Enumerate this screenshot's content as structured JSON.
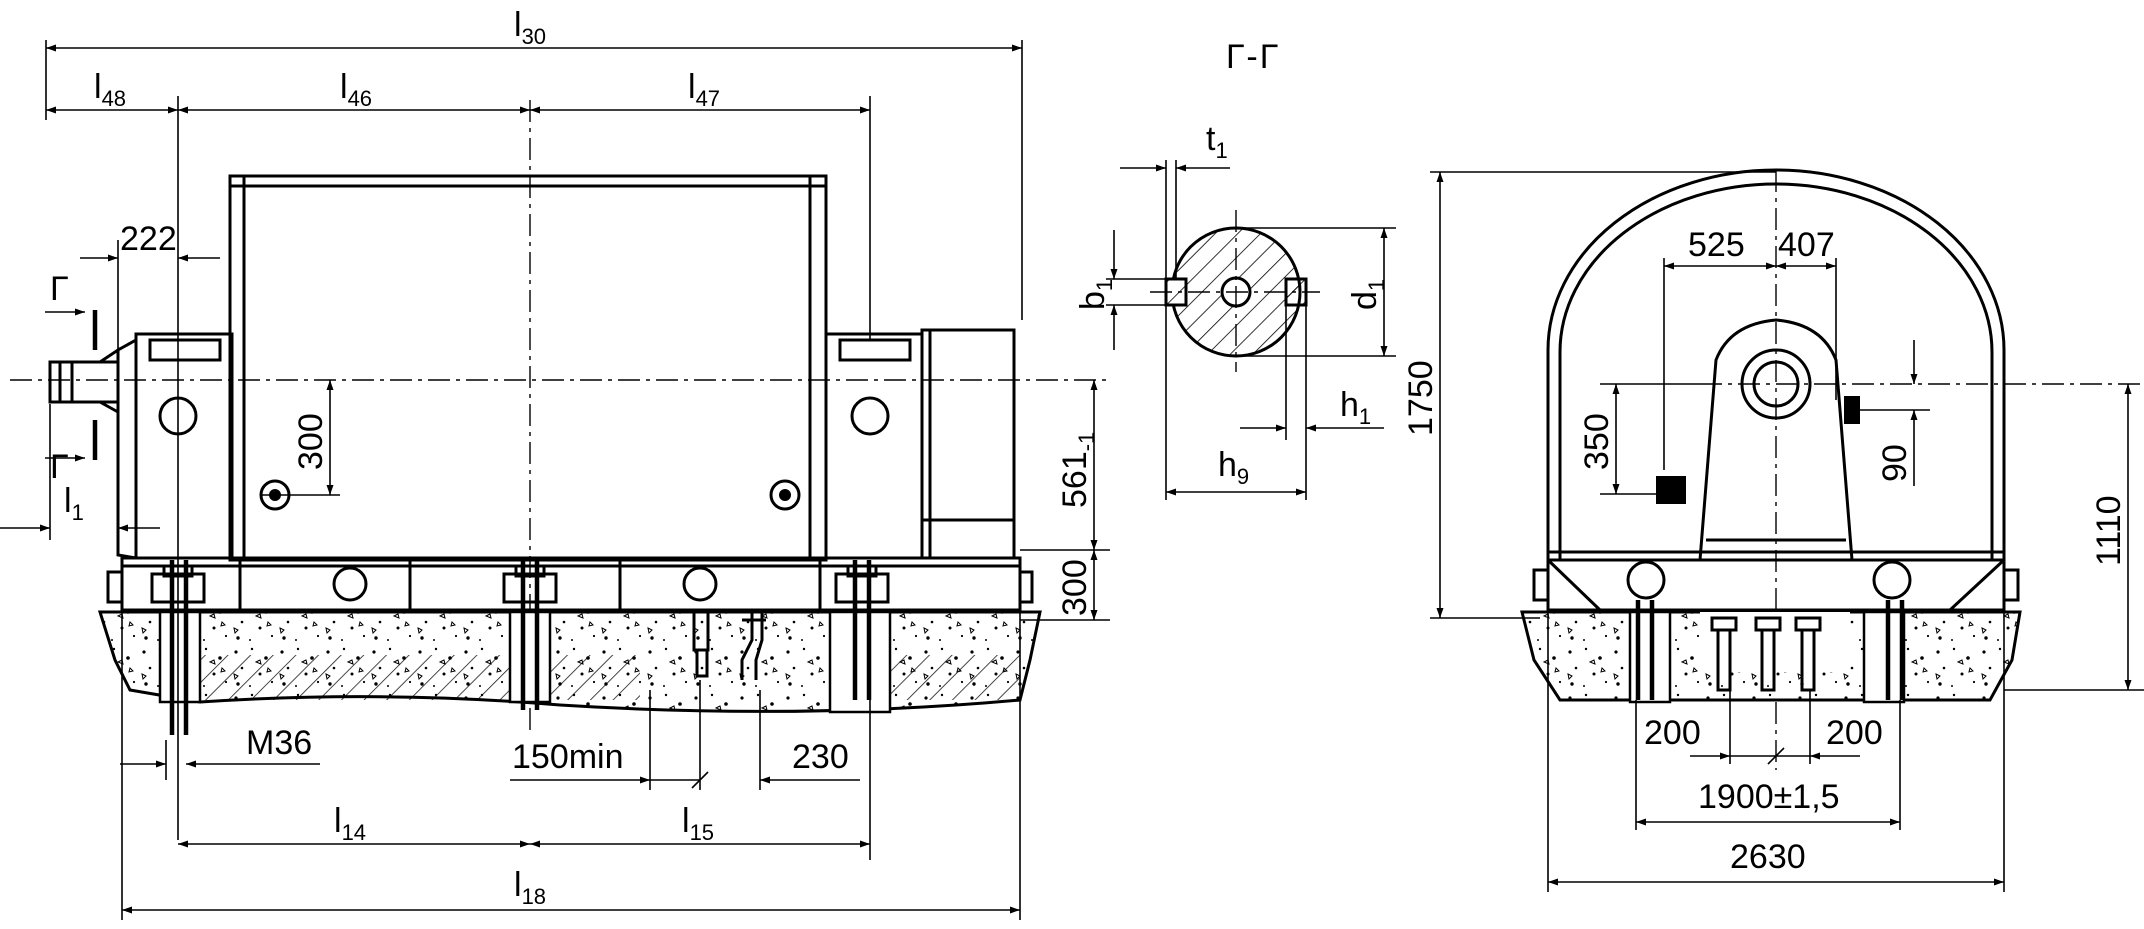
{
  "section_title": "Г-Г",
  "section_marker": "Г",
  "front_view": {
    "overall_top": {
      "base": "l",
      "sub": "30"
    },
    "segments_top": [
      {
        "base": "l",
        "sub": "48"
      },
      {
        "base": "l",
        "sub": "46"
      },
      {
        "base": "l",
        "sub": "47"
      }
    ],
    "dim_222": "222",
    "dim_300_shaft": "300",
    "dim_l1": {
      "base": "l",
      "sub": "1"
    },
    "dim_561": {
      "base": "561",
      "sub": "-1"
    },
    "dim_300_base": "300",
    "bolt": "M36",
    "min_gap": "150min",
    "dim_230": "230",
    "dim_l14": {
      "base": "l",
      "sub": "14"
    },
    "dim_l15": {
      "base": "l",
      "sub": "15"
    },
    "dim_l18": {
      "base": "l",
      "sub": "18"
    }
  },
  "shaft_section": {
    "t1": {
      "base": "t",
      "sub": "1"
    },
    "b1": {
      "base": "b",
      "sub": "1"
    },
    "d1": {
      "base": "d",
      "sub": "1"
    },
    "h1": {
      "base": "h",
      "sub": "1"
    },
    "h9": {
      "base": "h",
      "sub": "9"
    }
  },
  "side_view": {
    "dim_525": "525",
    "dim_407": "407",
    "dim_1750": "1750",
    "dim_350": "350",
    "dim_90": "90",
    "dim_1110": "1110",
    "dim_200_left": "200",
    "dim_200_right": "200",
    "dim_1900": "1900±1,5",
    "dim_2630": "2630"
  }
}
